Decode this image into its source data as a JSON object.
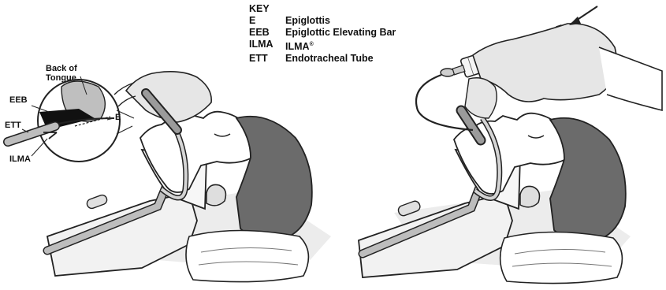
{
  "key": {
    "title": "KEY",
    "entries": [
      {
        "abbr": "E",
        "meaning": "Epiglottis"
      },
      {
        "abbr": "EEB",
        "meaning": "Epiglottic Elevating Bar"
      },
      {
        "abbr": "ILMA",
        "meaning": "ILMA",
        "sup": "®"
      },
      {
        "abbr": "ETT",
        "meaning": "Endotracheal Tube"
      }
    ]
  },
  "inset_labels": {
    "back_of_tongue_1": "Back of",
    "back_of_tongue_2": "Tongue",
    "eeb": "EEB",
    "e": "E",
    "ett": "ETT",
    "ilma": "ILMA"
  }
}
